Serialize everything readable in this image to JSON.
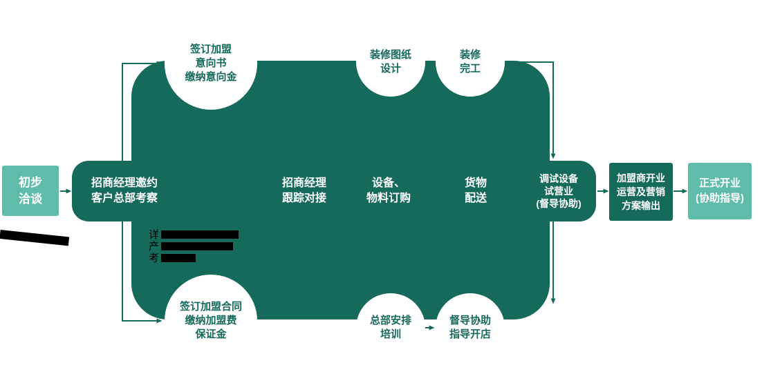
{
  "diagram": {
    "colors": {
      "dark_teal": "#166a5c",
      "light_teal": "#5fbcab",
      "text_on_teal": "#ffffff",
      "redaction": "#000000"
    },
    "start": {
      "lines": [
        "初步",
        "洽谈"
      ]
    },
    "main_flow": [
      {
        "id": "invite",
        "lines": [
          "招商经理邀约",
          "客户总部考察"
        ]
      },
      {
        "id": "follow",
        "lines": [
          "招商经理",
          "跟踪对接"
        ]
      },
      {
        "id": "equipment",
        "lines": [
          "设备、",
          "物料订购"
        ]
      },
      {
        "id": "delivery",
        "lines": [
          "货物",
          "配送"
        ]
      },
      {
        "id": "trial",
        "lines": [
          "调试设备",
          "试营业",
          "(督导协助)"
        ]
      }
    ],
    "top_branch": [
      {
        "id": "sign-intent",
        "lines": [
          "签订加盟",
          "意向书",
          "缴纳意向金"
        ]
      },
      {
        "id": "design",
        "lines": [
          "装修图纸",
          "设计"
        ]
      },
      {
        "id": "renovation-done",
        "lines": [
          "装修",
          "完工"
        ]
      }
    ],
    "bottom_branch": [
      {
        "id": "sign-contract",
        "lines": [
          "签订加盟合同",
          "缴纳加盟费",
          "保证金"
        ]
      },
      {
        "id": "hq-training",
        "lines": [
          "总部安排",
          "培训"
        ]
      },
      {
        "id": "opening-support",
        "lines": [
          "督导协助",
          "指导开店"
        ]
      }
    ],
    "end_flow": [
      {
        "id": "operations",
        "lines": [
          "加盟商开业",
          "运营及营销",
          "方案输出"
        ]
      },
      {
        "id": "official-opening",
        "lines": [
          "正式开业",
          "(协助指导)"
        ]
      }
    ],
    "redacted_note": {
      "lines": [
        "详",
        "产",
        "考"
      ]
    }
  }
}
